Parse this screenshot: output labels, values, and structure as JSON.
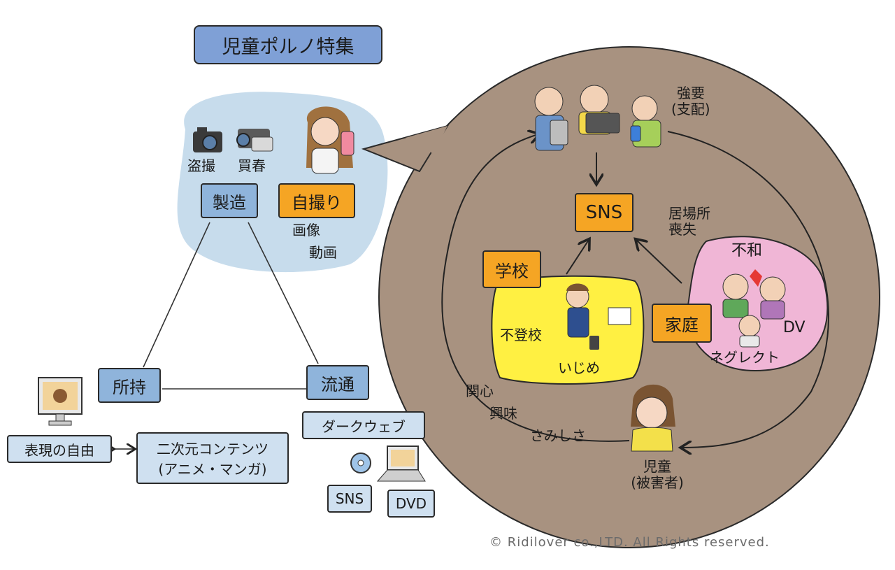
{
  "title": "児童ポルノ特集",
  "production": {
    "label": "製造",
    "items": {
      "voyeur": "盗撮",
      "prostitution": "買春"
    },
    "selfie": "自撮り",
    "media": {
      "image": "画像",
      "video": "動画"
    }
  },
  "possession": {
    "label": "所持",
    "freedom": "表現の自由",
    "content": {
      "line1": "二次元コンテンツ",
      "line2": "(アニメ・マンガ)"
    }
  },
  "distribution": {
    "label": "流通",
    "darkweb": "ダークウェブ",
    "sns": "SNS",
    "dvd": "DVD"
  },
  "cycle": {
    "coercion": {
      "line1": "強要",
      "line2": "(支配)"
    },
    "sns": "SNS",
    "loss": {
      "line1": "居場所",
      "line2": "喪失"
    },
    "school": {
      "label": "学校",
      "truancy": "不登校",
      "bullying": "いじめ"
    },
    "family": {
      "label": "家庭",
      "discord": "不和",
      "dv": "DV",
      "neglect": "ネグレクト"
    },
    "motives": {
      "interest": "関心",
      "curiosity": "興味",
      "loneliness": "さみしさ"
    },
    "victim": {
      "line1": "児童",
      "line2": "(被害者)"
    }
  },
  "copyright": "© Ridilover co.,LTD. All Rights reserved.",
  "colors": {
    "bubble_blue": "#c7dcec",
    "circle_brown": "#a89280",
    "box_blue": "#8fb4db",
    "box_orange": "#f5a524",
    "school_yellow": "#fff042",
    "family_pink": "#f0b6d6"
  }
}
